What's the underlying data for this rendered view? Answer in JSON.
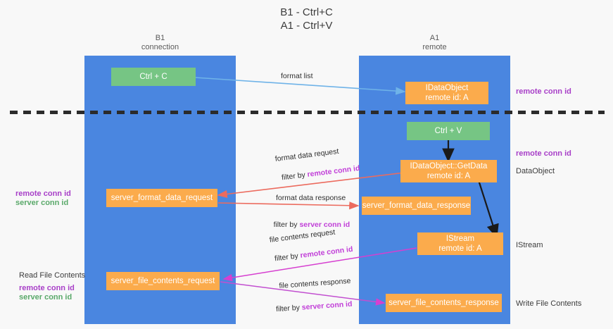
{
  "title": {
    "line1": "B1 - Ctrl+C",
    "line2": "A1 - Ctrl+V"
  },
  "lanes": [
    {
      "name": "b1",
      "title": "B1",
      "subtitle": "connection"
    },
    {
      "name": "a1",
      "title": "A1",
      "subtitle": "remote"
    }
  ],
  "nodes": {
    "ctrl_c": {
      "line1": "Ctrl + C",
      "line2": ""
    },
    "idataobject": {
      "line1": "IDataObject",
      "line2": "remote id: A"
    },
    "ctrl_v": {
      "line1": "Ctrl + V",
      "line2": ""
    },
    "getdata": {
      "line1": "IDataObject::GetData",
      "line2": "remote id: A"
    },
    "server_format_data_request": {
      "line1": "server_format_data_request",
      "line2": ""
    },
    "server_format_data_response": {
      "line1": "server_format_data_response",
      "line2": ""
    },
    "istream": {
      "line1": "IStream",
      "line2": "remote id: A"
    },
    "server_file_contents_request": {
      "line1": "server_file_contents_request",
      "line2": ""
    },
    "server_file_contents_response": {
      "line1": "server_file_contents_response",
      "line2": ""
    }
  },
  "edge_labels": {
    "format_list": "format list",
    "format_data_request": "format data request",
    "format_data_request_filter_prefix": "filter by ",
    "format_data_request_filter_value": "remote conn id",
    "format_data_response": "format data response",
    "format_data_response_filter_prefix": "filter by ",
    "format_data_response_filter_value": "server conn id",
    "file_contents_request": "file contents request",
    "file_contents_request_filter_prefix": "filter by ",
    "file_contents_request_filter_value": "remote conn id",
    "file_contents_response": "file contents response",
    "file_contents_response_filter_prefix": "filter by ",
    "file_contents_response_filter_value": "server conn id"
  },
  "annotations": {
    "right_remote_conn_id_top": "remote conn id",
    "right_remote_conn_id_mid": "remote conn id",
    "right_dataobject": "DataObject",
    "right_istream": "IStream",
    "right_write_file_contents": "Write File Contents",
    "left_remote_conn_id_mid": "remote conn id",
    "left_server_conn_id_mid": "server conn id",
    "left_read_file_contents": "Read File Contents",
    "left_remote_conn_id_bottom": "remote conn id",
    "left_server_conn_id_bottom": "server conn id"
  },
  "colors": {
    "lane": "#4a86e0",
    "node_orange": "#fbab4c",
    "node_green": "#76c584",
    "purple": "#a83fc8",
    "green": "#5aa96a",
    "arrow_blue": "#6fb3e8",
    "arrow_red": "#ec6b5e",
    "arrow_magenta": "#d63fd0",
    "arrow_black": "#1a1a1a",
    "background": "#f8f8f8"
  }
}
